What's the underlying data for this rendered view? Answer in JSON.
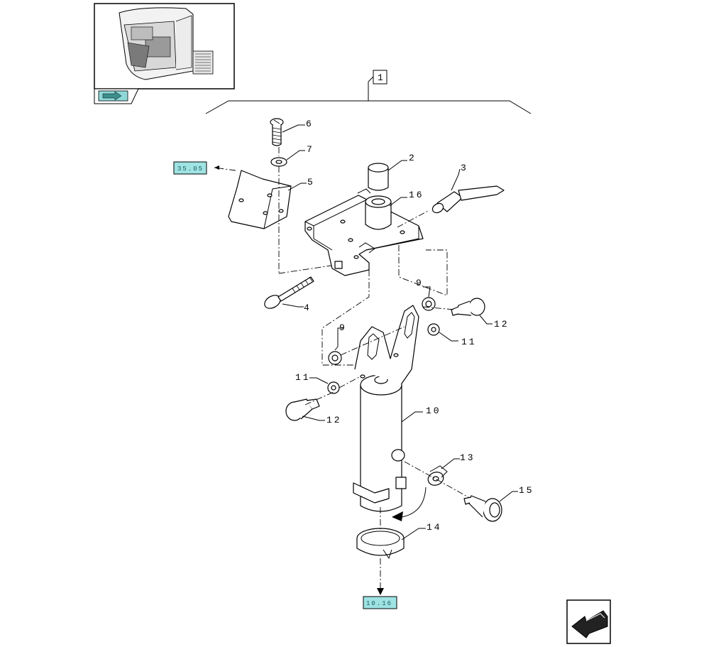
{
  "group_label": "1",
  "callouts": {
    "c2": "2",
    "c3": "3",
    "c4": "4",
    "c5": "5",
    "c6": "6",
    "c7": "7",
    "c9a": "9",
    "c9b": "9",
    "c10": "10",
    "c11a": "11",
    "c11b": "11",
    "c12a": "12",
    "c12b": "12",
    "c13": "13",
    "c14": "14",
    "c15": "15",
    "c16": "16"
  },
  "refs": {
    "top_left_ref": "35.05",
    "bottom_ref": "10.16"
  },
  "colors": {
    "ref_box": "#9fe3e3",
    "nav_button": "#8fd8d8",
    "line": "#000000"
  },
  "icons": {
    "nav_prev": "arrow-left-icon",
    "nav_next": "arrow-right-icon"
  }
}
